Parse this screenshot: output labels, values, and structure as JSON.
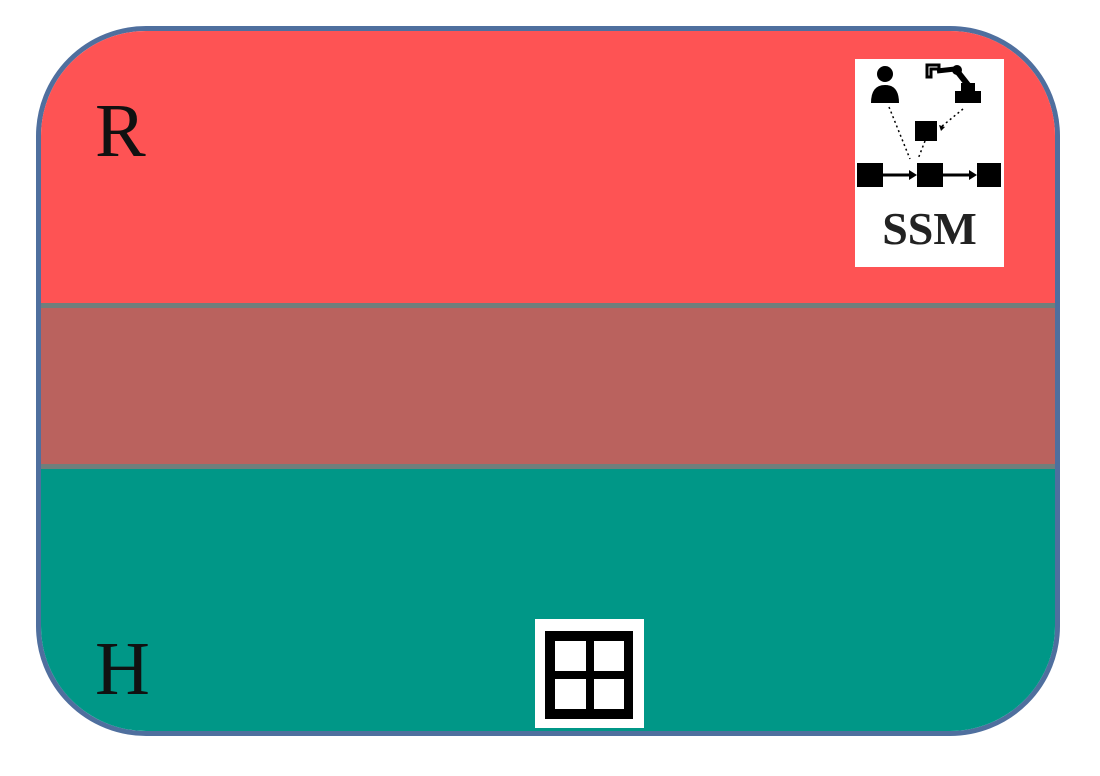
{
  "zones": {
    "robot_label": "R",
    "human_label": "H",
    "colors": {
      "robot": "#fe5354",
      "shared": "#ba625e",
      "human": "#009787",
      "frame": "#4f6f9e"
    }
  },
  "ssm_icon": {
    "label": "SSM",
    "icons": [
      "person-icon",
      "robot-arm-icon",
      "node-icon",
      "flow-chain-icon"
    ]
  },
  "grid_icon": {
    "icon": "four-square-grid-icon"
  }
}
